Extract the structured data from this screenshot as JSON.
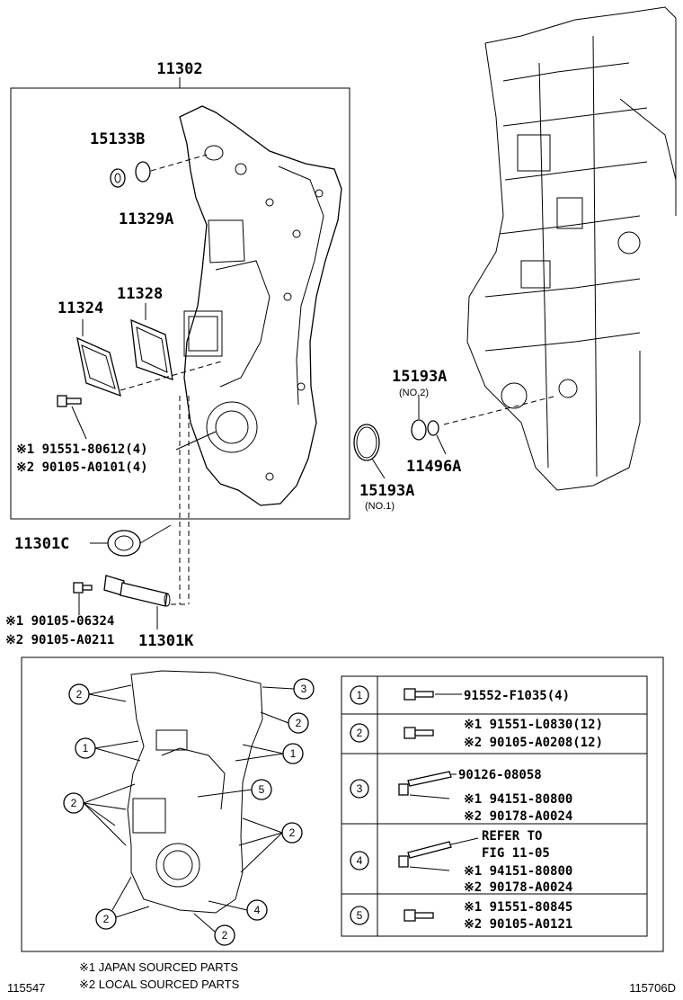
{
  "top": {
    "assembly": "11302",
    "parts": {
      "p15133b": "15133B",
      "p11329a": "11329A",
      "p11324": "11324",
      "p11328": "11328",
      "p15193a_no2": "15193A",
      "p15193a_no2_note": "(NO.2)",
      "p11496a": "11496A",
      "p15193a_no1": "15193A",
      "p15193a_no1_note": "(NO.1)",
      "p11301c": "11301C",
      "p11301k": "11301K"
    },
    "bolt_lines": {
      "b1": "※1 91551-80612(4)",
      "b2": "※2 90105-A0101(4)",
      "c1": "※1 90105-06324",
      "c2": "※2 90105-A0211"
    }
  },
  "callouts": {
    "c2": "2",
    "c3": "3",
    "c1": "1",
    "c5": "5",
    "c4": "4"
  },
  "legend": {
    "rows": [
      {
        "num": "1",
        "lines": [
          "91552-F1035(4)"
        ]
      },
      {
        "num": "2",
        "lines": [
          "※1 91551-L0830(12)",
          "※2 90105-A0208(12)"
        ]
      },
      {
        "num": "3",
        "lines": [
          "90126-08058",
          "※1 94151-80800",
          "※2 90178-A0024"
        ]
      },
      {
        "num": "4",
        "lines": [
          "REFER TO",
          "FIG 11-05",
          "※1 94151-80800",
          "※2 90178-A0024"
        ]
      },
      {
        "num": "5",
        "lines": [
          "※1 91551-80845",
          "※2 90105-A0121"
        ]
      }
    ]
  },
  "notes": {
    "n1": "※1 JAPAN SOURCED PARTS",
    "n2": "※2 LOCAL SOURCED PARTS"
  },
  "footer": {
    "left_id": "115547",
    "right_id": "115706D"
  }
}
